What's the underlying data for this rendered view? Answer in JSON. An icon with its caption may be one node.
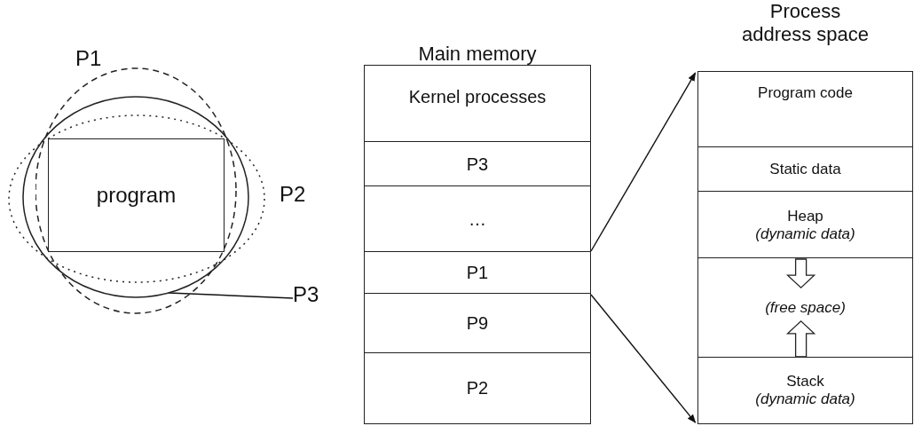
{
  "diagram": {
    "nodes": [
      {
        "text": [
          "P1"
        ]
      },
      {
        "text": [
          "P2"
        ]
      },
      {
        "text": [],
        "shape": "circle"
      },
      {
        "text": [
          "program"
        ]
      },
      {
        "text": [
          "P3"
        ]
      },
      {
        "text": [
          "Main memory"
        ]
      },
      {
        "text": [
          "Kernel processes"
        ],
        "in": 5
      },
      {
        "text": [
          "P3"
        ],
        "in": 5
      },
      {
        "text": [
          "…"
        ],
        "in": 5
      },
      {
        "text": [
          "P1"
        ],
        "in": 5
      },
      {
        "text": [
          "P9"
        ],
        "in": 5
      },
      {
        "text": [
          "P2"
        ],
        "in": 5
      },
      {
        "text": [
          "Process address space"
        ]
      },
      {
        "text": [
          "Program code"
        ],
        "in": 12
      },
      {
        "text": [
          "Static data"
        ],
        "in": 12
      },
      {
        "text": [
          "Heap",
          "(dynamic data)"
        ],
        "in": 12
      },
      {
        "text": [
          "(free space)"
        ],
        "in": 12
      },
      {
        "text": [
          "Stack",
          "(dynamic data)"
        ],
        "in": 12
      }
    ],
    "edges": [
      {
        "from": 4,
        "to": 2,
        "arrow": "none"
      },
      {
        "from": 9,
        "to": 12,
        "arrow": "to"
      },
      {
        "from": 9,
        "to": 12,
        "arrow": "to"
      },
      {
        "from": 15,
        "to": 16,
        "arrow": "to"
      },
      {
        "from": 17,
        "to": 16,
        "arrow": "to"
      }
    ]
  }
}
